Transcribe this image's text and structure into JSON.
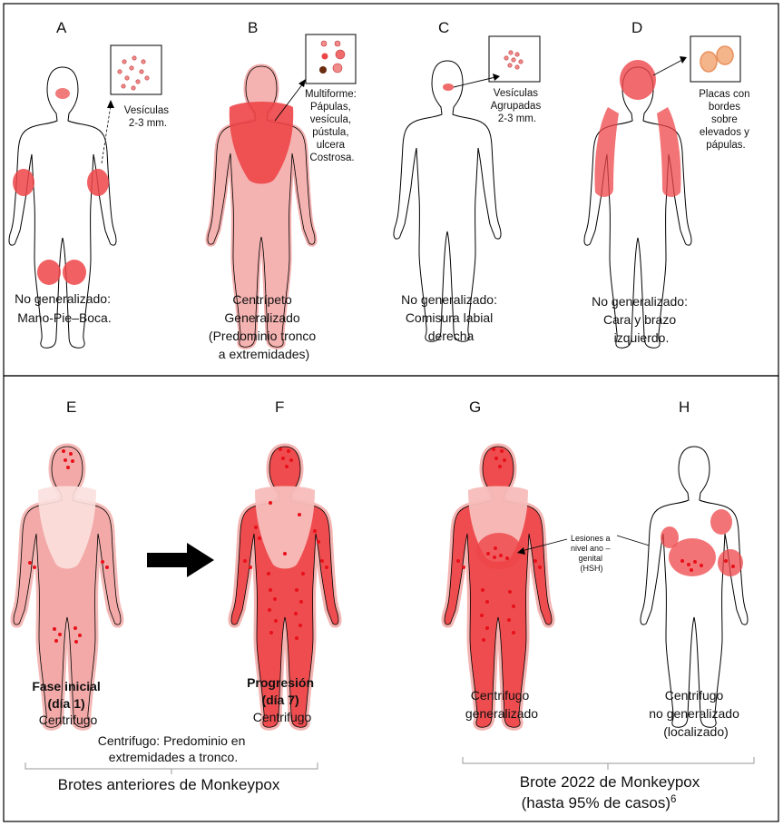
{
  "top_panels": [
    {
      "letter": "A",
      "inset_label": [
        "Vesículas",
        "2-3 mm."
      ],
      "caption": [
        "No generalizado:",
        "Mano-Pie–Boca."
      ]
    },
    {
      "letter": "B",
      "inset_label": [
        "Multiforme:",
        "Pápulas,",
        "vesícula,",
        "pústula,",
        "ulcera",
        "Costrosa."
      ],
      "caption": [
        "Centrípeto",
        "Generalizado",
        "(Predominio tronco",
        "a extremidades)"
      ]
    },
    {
      "letter": "C",
      "inset_label": [
        "Vesículas",
        "Agrupadas",
        "2-3 mm."
      ],
      "caption": [
        "No generalizado:",
        "Comisura labial",
        "derecha"
      ]
    },
    {
      "letter": "D",
      "inset_label": [
        "Placas con",
        "bordes",
        "sobre",
        "elevados y",
        "pápulas."
      ],
      "caption": [
        "No generalizado:",
        "Cara y brazo",
        "izquierdo."
      ]
    }
  ],
  "bottom_panels": [
    {
      "letter": "E",
      "caption_bold": [
        "Fase inicial",
        "(día 1)"
      ],
      "caption": [
        "Centrifugo"
      ]
    },
    {
      "letter": "F",
      "caption_bold": [
        "Progresión",
        "(día 7)"
      ],
      "caption": [
        "Centrifugo"
      ]
    },
    {
      "letter": "G",
      "caption": [
        "Centrifugo",
        "generalizado"
      ]
    },
    {
      "letter": "H",
      "caption": [
        "Centrifugo",
        "no generalizado",
        "(localizado)"
      ]
    }
  ],
  "lesion_label": [
    "Lesiones a",
    "nivel ano –",
    "genital",
    "(HSH)"
  ],
  "group_left": {
    "note": [
      "Centrifugo: Predominio en",
      "extremidades a tronco."
    ],
    "title": "Brotes anteriores de Monkeypox"
  },
  "group_right": {
    "title": "Brote 2022 de Monkeypox",
    "subtitle": "(hasta 95% de casos)",
    "superscript": "6"
  },
  "colors": {
    "rash_light": "#f7c9c6",
    "rash_mid": "#ef9a98",
    "rash_strong": "#ee4548",
    "spot": "#e8101a",
    "border": "#000000"
  }
}
